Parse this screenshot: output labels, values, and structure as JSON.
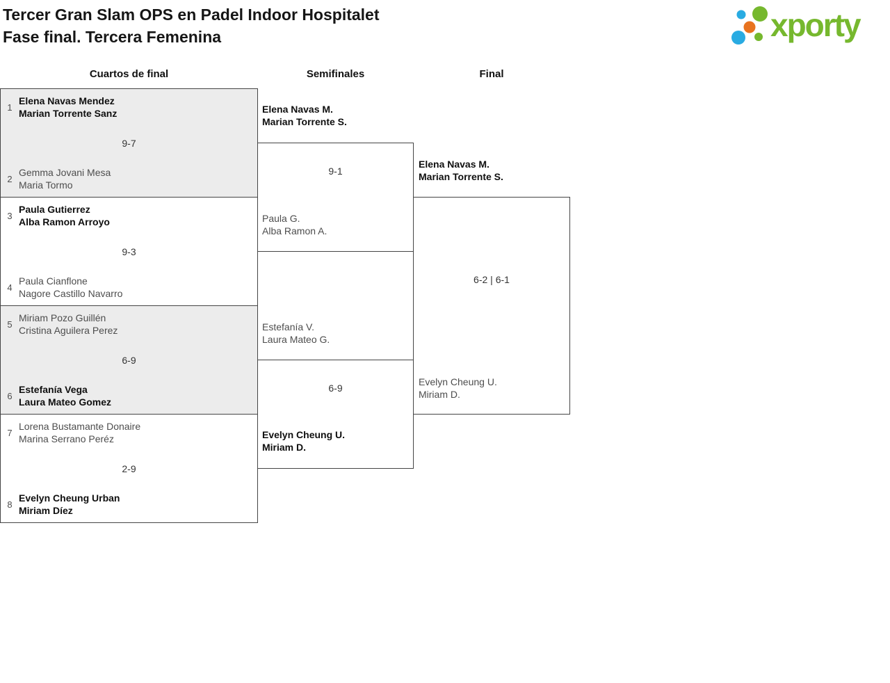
{
  "page": {
    "title_line1": "Tercer Gran Slam OPS en Padel Indoor Hospitalet",
    "title_line2": "Fase final. Tercera Femenina"
  },
  "logo": {
    "brand": "xporty",
    "dot_colors": {
      "blue": "#29abe2",
      "green": "#76b82e",
      "orange": "#e8731f"
    },
    "text_color": "#76b82e"
  },
  "round_headers": {
    "quarterfinals": "Cuartos de final",
    "semifinals": "Semifinales",
    "final": "Final"
  },
  "bracket": {
    "quarterfinals": [
      {
        "seed_top": "1",
        "team1_line1": "Elena Navas Mendez",
        "team1_line2": "Marian Torrente Sanz",
        "score": "9-7",
        "seed_bottom": "2",
        "team2_line1": "Gemma Jovani Mesa",
        "team2_line2": "Maria Tormo",
        "winner": "team1"
      },
      {
        "seed_top": "3",
        "team1_line1": "Paula Gutierrez",
        "team1_line2": "Alba Ramon Arroyo",
        "score": "9-3",
        "seed_bottom": "4",
        "team2_line1": "Paula Cianflone",
        "team2_line2": "Nagore Castillo Navarro",
        "winner": "team1"
      },
      {
        "seed_top": "5",
        "team1_line1": "Miriam Pozo Guillén",
        "team1_line2": "Cristina Aguilera Perez",
        "score": "6-9",
        "seed_bottom": "6",
        "team2_line1": "Estefanía Vega",
        "team2_line2": "Laura Mateo Gomez",
        "winner": "team2"
      },
      {
        "seed_top": "7",
        "team1_line1": "Lorena Bustamante Donaire",
        "team1_line2": "Marina Serrano Peréz",
        "score": "2-9",
        "seed_bottom": "8",
        "team2_line1": "Evelyn Cheung Urban",
        "team2_line2": "Miriam Díez",
        "winner": "team2"
      }
    ],
    "semifinals": [
      {
        "team1_line1": "Elena Navas M.",
        "team1_line2": "Marian Torrente S.",
        "score": "9-1",
        "team2_line1": "Paula G.",
        "team2_line2": "Alba Ramon A.",
        "winner": "team1"
      },
      {
        "team1_line1": "Estefanía V.",
        "team1_line2": "Laura Mateo G.",
        "score": "6-9",
        "team2_line1": "Evelyn Cheung U.",
        "team2_line2": "Miriam D.",
        "winner": "team2"
      }
    ],
    "final": {
      "team1_line1": "Elena Navas M.",
      "team1_line2": "Marian Torrente S.",
      "score": "6-2 | 6-1",
      "team2_line1": "Evelyn Cheung U.",
      "team2_line2": "Miriam D.",
      "winner": "team1"
    }
  },
  "colors": {
    "winner_text": "#0f0f0f",
    "loser_text": "#4d4d4d",
    "box_border": "#444444",
    "shaded_box_bg": "#ececec"
  }
}
